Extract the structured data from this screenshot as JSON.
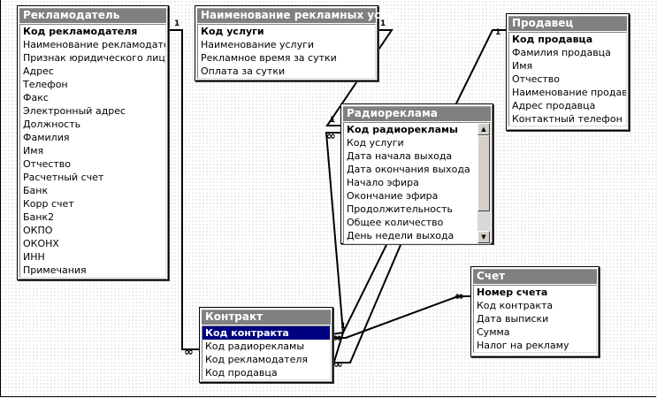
{
  "tables": {
    "advertiser": {
      "title": "Рекламодатель",
      "fields": [
        "Код рекламодателя",
        "Наименование рекламодателя",
        "Признак юридического лица",
        "Адрес",
        "Телефон",
        "Факс",
        "Электронный адрес",
        "Должность",
        "Фамилия",
        "Имя",
        "Отчество",
        "Расчетный счет",
        "Банк",
        "Корр счет",
        "Банк2",
        "ОКПО",
        "ОКОНХ",
        "ИНН",
        "Примечания"
      ]
    },
    "services": {
      "title": "Наименование рекламных услуг",
      "fields": [
        "Код услуги",
        "Наименование услуги",
        "Рекламное время за сутки",
        "Оплата за сутки"
      ]
    },
    "seller": {
      "title": "Продавец",
      "fields": [
        "Код продавца",
        "Фамилия продавца",
        "Имя",
        "Отчество",
        "Наименование продавца",
        "Адрес продавца",
        "Контактный телефон"
      ]
    },
    "radio": {
      "title": "Радиореклама",
      "fields": [
        "Код радиорекламы",
        "Код услуги",
        "Дата начала выхода",
        "Дата окончания выхода",
        "Начало эфира",
        "Окончание эфира",
        "Продолжительность",
        "Общее количество",
        "День недели выхода"
      ],
      "scroll": {
        "up": "▲",
        "down": "▼"
      }
    },
    "contract": {
      "title": "Контракт",
      "fields": [
        "Код контракта",
        "Код радиорекламы",
        "Код рекламодателя",
        "Код продавца"
      ]
    },
    "invoice": {
      "title": "Счет",
      "fields": [
        "Номер счета",
        "Код контракта",
        "Дата выписки",
        "Сумма",
        "Налог на рекламу"
      ]
    }
  },
  "relations": {
    "one": "1",
    "many": "∞"
  }
}
